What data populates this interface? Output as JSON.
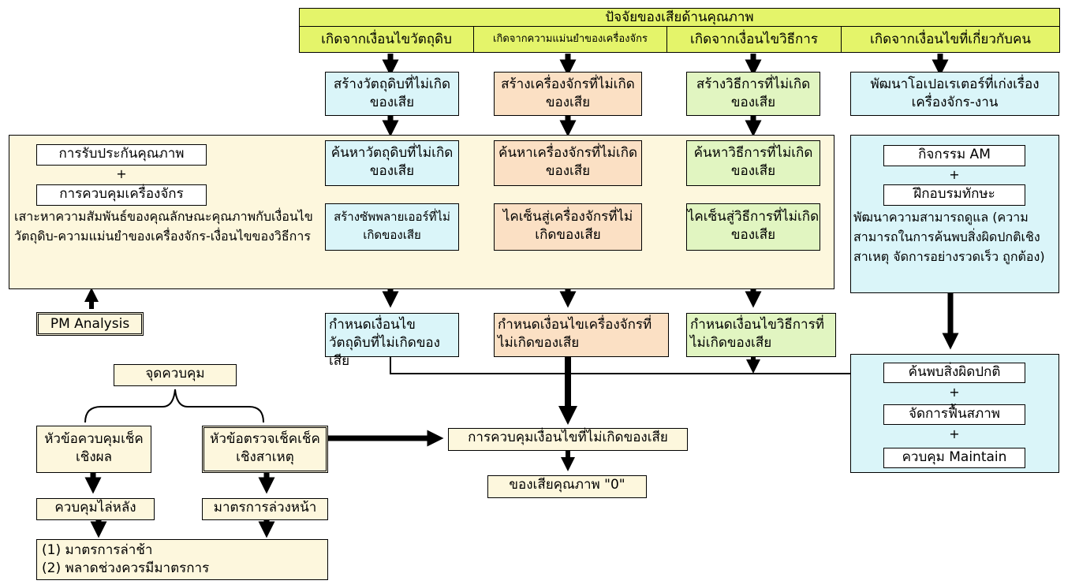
{
  "header": {
    "title": "ปัจจัยของเสียด้านคุณภาพ",
    "col1": "เกิดจากเงื่อนไขวัตถุดิบ",
    "col2": "เกิดจากความแม่นยำของเครื่องจักร",
    "col3": "เกิดจากเงื่อนไขวิธีการ",
    "col4": "เกิดจากเงื่อนไขที่เกี่ยวกับคน"
  },
  "row1": {
    "mat": "สร้างวัตถุดิบที่ไม่เกิดของเสีย",
    "mach": "สร้างเครื่องจักรที่ไม่เกิดของเสีย",
    "meth": "สร้างวิธีการที่ไม่เกิดของเสีย",
    "man": "พัฒนาโอเปอเรเตอร์ที่เก่งเรื่องเครื่องจักร-งาน"
  },
  "row2": {
    "mat": "ค้นหาวัตถุดิบที่ไม่เกิดของเสีย",
    "mach": "ค้นหาเครื่องจักรที่ไม่เกิดของเสีย",
    "meth": "ค้นหาวิธีการที่ไม่เกิดของเสีย"
  },
  "row3": {
    "mat": "สร้างซัพพลายเออร์ที่ไม่เกิดของเสีย",
    "mach": "ไคเซ็นสู่เครื่องจักรที่ไม่เกิดของเสีย",
    "meth": "ไคเซ็นสู่วิธีการที่ไม่เกิดของเสีย"
  },
  "row4": {
    "mat": "กำหนดเงื่อนไขวัตถุดิบที่ไม่เกิดของเสีย",
    "mach": "กำหนดเงื่อนไขเครื่องจักรที่ไม่เกิดของเสีย",
    "meth": "กำหนดเงื่อนไขวิธีการที่ไม่เกิดของเสีย"
  },
  "qa": {
    "assurance": "การรับประกันคุณภาพ",
    "plus": "+",
    "machine_control": "การควบคุมเครื่องจักร",
    "desc": "เสาะหาความสัมพันธ์ของคุณลักษณะคุณภาพกับเงื่อนไขวัตถุดิบ-ความแม่นยำของเครื่องจักร-เงื่อนไขของวิธีการ"
  },
  "pm_analysis": "PM Analysis",
  "am": {
    "activity": "กิจกรรม AM",
    "plus": "+",
    "training": "ฝึกอบรมทักษะ",
    "desc": "พัฒนาความสามารถดูแล (ความสามารถในการค้นพบสิ่งผิดปกติเชิงสาเหตุ จัดการอย่างรวดเร็ว ถูกต้อง)"
  },
  "maint": {
    "find": "ค้นพบสิ่งผิดปกติ",
    "plus1": "+",
    "restore": "จัดการฟื้นสภาพ",
    "plus2": "+",
    "control": "ควบคุม Maintain"
  },
  "control_point": "จุดควบคุม",
  "result_item": "หัวข้อควบคุมเช็คเชิงผล",
  "check_item": "หัวข้อตรวจเช็คเช็คเชิงสาเหตุ",
  "after_control": "ควบคุมไล่หลัง",
  "advance_measure": "มาตรการล่วงหน้า",
  "late_list": {
    "item1": "(1) มาตรการล่าช้า",
    "item2": "(2) พลาดช่วงควรมีมาตรการ"
  },
  "condition_control": "การควบคุมเงื่อนไขที่ไม่เกิดของเสีย",
  "zero_defect": "ของเสียคุณภาพ \"0\""
}
